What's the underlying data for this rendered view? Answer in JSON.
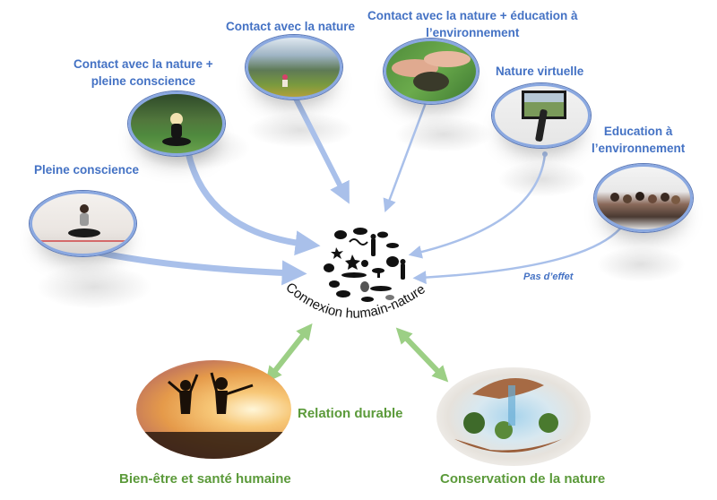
{
  "sources": [
    {
      "id": "pleine-conscience",
      "label": "Pleine conscience",
      "image": "person-meditating-indoors"
    },
    {
      "id": "contact-pleine-conscience",
      "label_line1": "Contact avec la nature +",
      "label_line2": "pleine conscience",
      "image": "person-meditating-in-garden"
    },
    {
      "id": "contact-nature",
      "label": "Contact avec la nature",
      "image": "person-in-mountain-meadow"
    },
    {
      "id": "contact-education",
      "label_line1": "Contact avec la nature + éducation à",
      "label_line2": "l’environnement",
      "image": "hands-holding-toad"
    },
    {
      "id": "nature-virtuelle",
      "label": "Nature virtuelle",
      "image": "tv-with-landscape-and-remote"
    },
    {
      "id": "education",
      "label_line1": "Education à",
      "label_line2": "l’environnement",
      "image": "lecture-audience"
    }
  ],
  "center": {
    "label": "Connexion humain-nature",
    "image": "animal-and-human-silhouettes-circle"
  },
  "no_effect_label": "Pas d’effet",
  "relation_label": "Relation durable",
  "outcomes": [
    {
      "id": "bien-etre",
      "label": "Bien-être et santé humaine",
      "image": "people-jumping-at-sunset"
    },
    {
      "id": "conservation",
      "label": "Conservation de la nature",
      "image": "hands-around-nature-scene"
    }
  ],
  "colors": {
    "blue_text": "#4472c4",
    "blue_arrow": "#a9c0ea",
    "green_text": "#5b9a3a",
    "green_arrow": "#9ccf85"
  }
}
